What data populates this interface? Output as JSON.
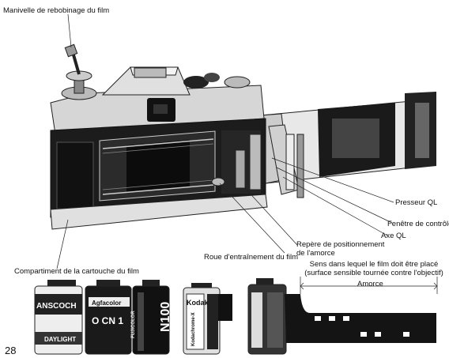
{
  "page_number": "28",
  "labels": {
    "rewind_crank": "Manivelle de rebobinage du film",
    "pressure_plate": "Presseur QL",
    "control_window": "Fenêtre de contrôle",
    "ql_axis": "Axe QL",
    "leader_mark": "Repère de positionnement de l'amorce",
    "drive_sprocket": "Roue d'entraînement du film",
    "cartridge_compartment": "Compartiment de la cartouche du film",
    "film_direction": "Sens dans lequel le film doit être placé (surface sensible tournée contre l'objectif)",
    "leader": "Amorce"
  },
  "cartridges": [
    {
      "text": "ANSCOCH",
      "subtext": "DAYLIGHT"
    },
    {
      "text": "O CN 1",
      "subtext": "Agfacolor"
    },
    {
      "text": "N100",
      "subtext": "FUJICOLOR"
    },
    {
      "text": "Kodak",
      "subtext": "Kodachrome-X"
    }
  ]
}
